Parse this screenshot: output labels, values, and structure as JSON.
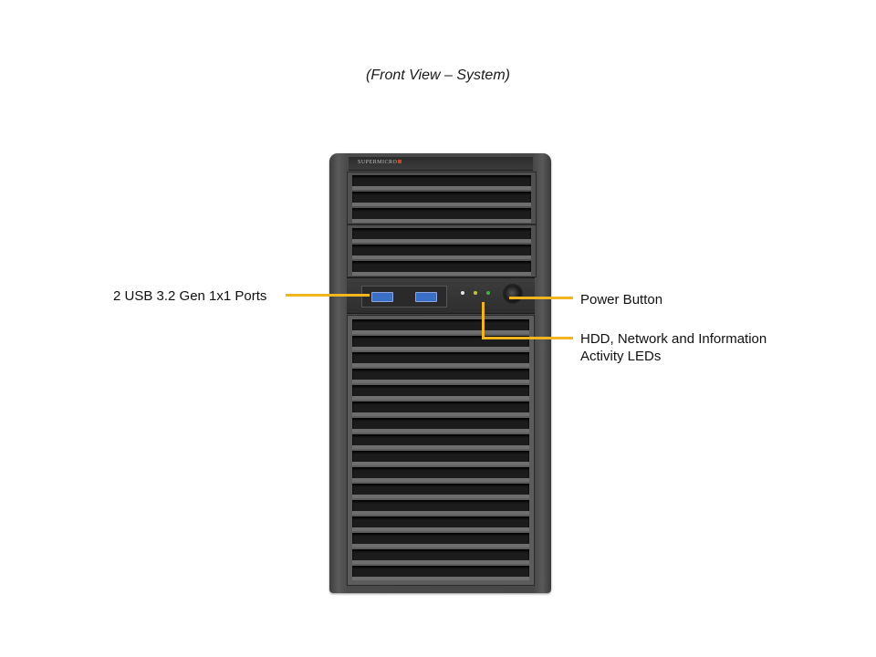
{
  "caption": "(Front View – System)",
  "brand": "SUPERMICRO",
  "colors": {
    "leader_line": "#f2b51d",
    "chassis": "#474747",
    "usb_port": "#3a6fc8",
    "led_white": "#e8e8e8",
    "led_yellow": "#c8c832",
    "led_green": "#3cb44a"
  },
  "callouts": {
    "usb": "2 USB 3.2 Gen 1x1 Ports",
    "power": "Power Button",
    "leds_line1": "HDD, Network and Information",
    "leds_line2": "Activity LEDs"
  },
  "components": {
    "drive_bays": 2,
    "slots_per_bay": 3,
    "usb_ports": 2,
    "leds": 3,
    "grille_slats": 16
  }
}
